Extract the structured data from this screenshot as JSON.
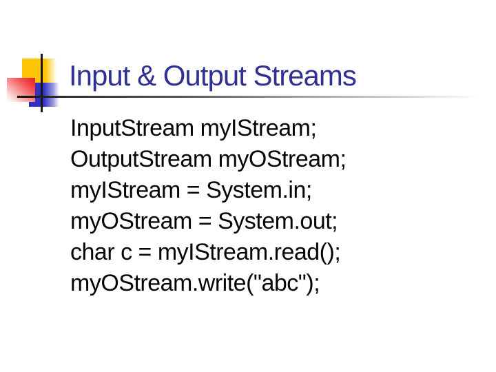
{
  "slide": {
    "title": "Input & Output Streams",
    "code_lines": [
      "InputStream myIStream;",
      "OutputStream myOStream;",
      "myIStream = System.in;",
      "myOStream = System.out;",
      "char c = myIStream.read();",
      "myOStream.write(\"abc\");"
    ],
    "colors": {
      "title_text": "#2E3192",
      "body_text": "#050505",
      "accent_yellow": "#FFC606",
      "accent_red": "#EE1C1C",
      "accent_blue": "#2C2CC0",
      "crosshair_line": "#161616",
      "underline_start": "#121212",
      "underline_end": "#FFFFFF",
      "background": "#FFFFFF"
    }
  }
}
